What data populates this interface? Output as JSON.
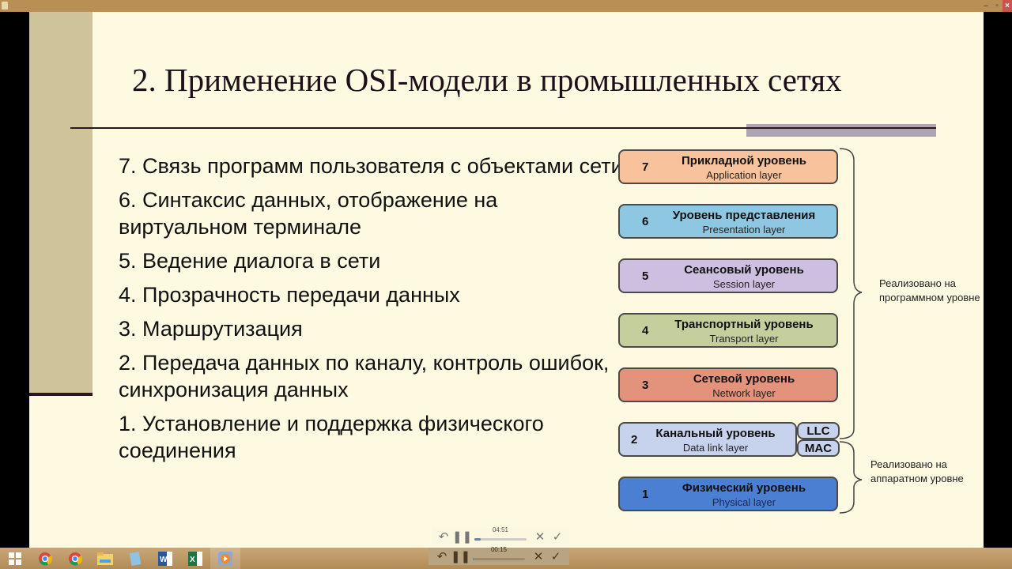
{
  "window": {
    "minimize": "–",
    "maximize": "▫",
    "close": "×"
  },
  "slide": {
    "title": "2. Применение OSI-модели в промышленных сетях",
    "list": [
      "7. Связь программ пользователя с объектами сети",
      "6. Синтаксис данных, отображение на виртуальном терминале",
      "5. Ведение диалога в сети",
      "4. Прозрачность передачи данных",
      "3. Маршрутизация",
      "2. Передача данных по каналу, контроль ошибок, синхронизация данных",
      "1. Установление и поддержка физического соединения"
    ],
    "layers": [
      {
        "num": "7",
        "ru": "Прикладной уровень",
        "en": "Application layer",
        "color": "#f8c39c"
      },
      {
        "num": "6",
        "ru": "Уровень представления",
        "en": "Presentation layer",
        "color": "#8ec7e2"
      },
      {
        "num": "5",
        "ru": "Сеансовый уровень",
        "en": "Session layer",
        "color": "#cdbfe0"
      },
      {
        "num": "4",
        "ru": "Транспортный уровень",
        "en": "Transport layer",
        "color": "#c5cf9e"
      },
      {
        "num": "3",
        "ru": "Сетевой уровень",
        "en": "Network layer",
        "color": "#e3937c"
      },
      {
        "num": "2",
        "ru": "Канальный уровень",
        "en": "Data link layer",
        "color": "#c7d3ec"
      },
      {
        "num": "1",
        "ru": "Физический уровень",
        "en": "Physical layer",
        "color": "#4a7fd1"
      }
    ],
    "sublayers": [
      "LLC",
      "MAC"
    ],
    "brace_software": "Реализовано на программном уровне",
    "brace_hardware": "Реализовано на аппаратном уровне"
  },
  "player": [
    {
      "time": "04:51",
      "progress": 12
    },
    {
      "time": "00:15",
      "progress": 2
    }
  ],
  "taskbar": [
    "windows-start",
    "chrome",
    "chrome-canary",
    "file-explorer",
    "notepad",
    "word",
    "excel",
    "media-player"
  ]
}
